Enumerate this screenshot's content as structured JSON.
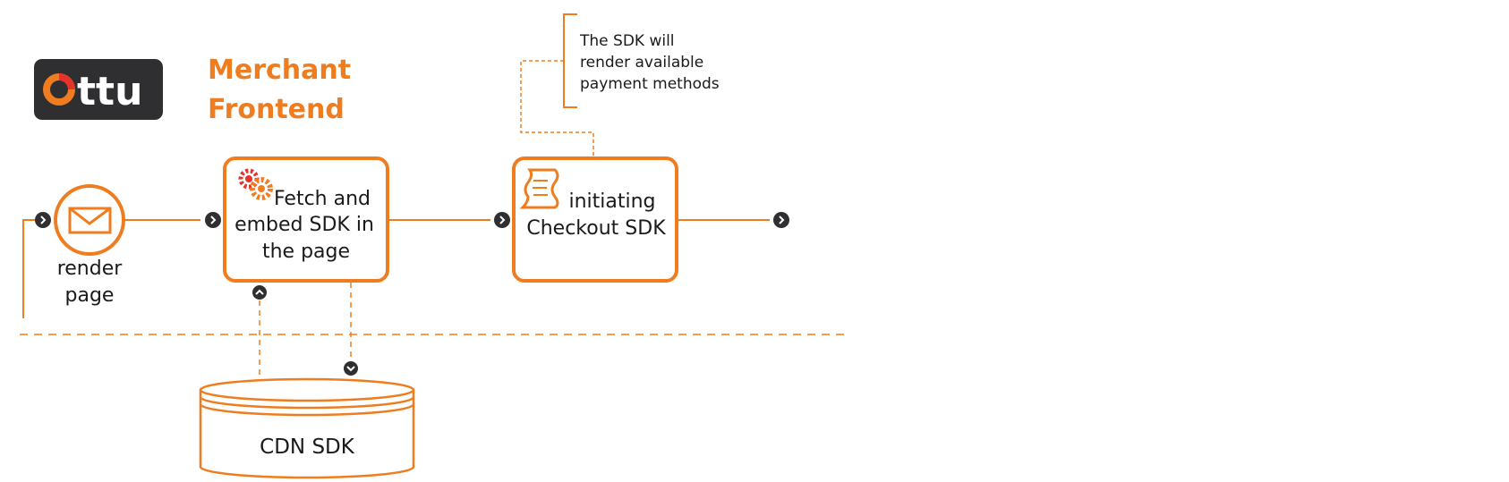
{
  "logo": {
    "text": "ttu",
    "bg_color": "#2f2e30",
    "ring_color": "#ef7d20",
    "ring_accent": "#e5332a"
  },
  "title": {
    "line1": "Merchant",
    "line2": "Frontend",
    "color": "#ef7d20"
  },
  "note": {
    "line1": "The SDK will",
    "line2": "render available",
    "line3": "payment methods"
  },
  "nodes": {
    "start_event": {
      "icon": "envelope-icon",
      "label_line1": "render",
      "label_line2": "page"
    },
    "fetch_task": {
      "icon": "gears-icon",
      "label_line1": "Fetch and",
      "label_line2": "embed SDK in",
      "label_line3": "the page"
    },
    "checkout_task": {
      "icon": "script-icon",
      "label_line1": "initiating",
      "label_line2": "Checkout SDK"
    },
    "data_store": {
      "label": "CDN SDK"
    }
  },
  "colors": {
    "accent": "#ef7d20",
    "dark": "#2f2e30",
    "text": "#1a1a1a",
    "gear_red": "#e5332a"
  }
}
